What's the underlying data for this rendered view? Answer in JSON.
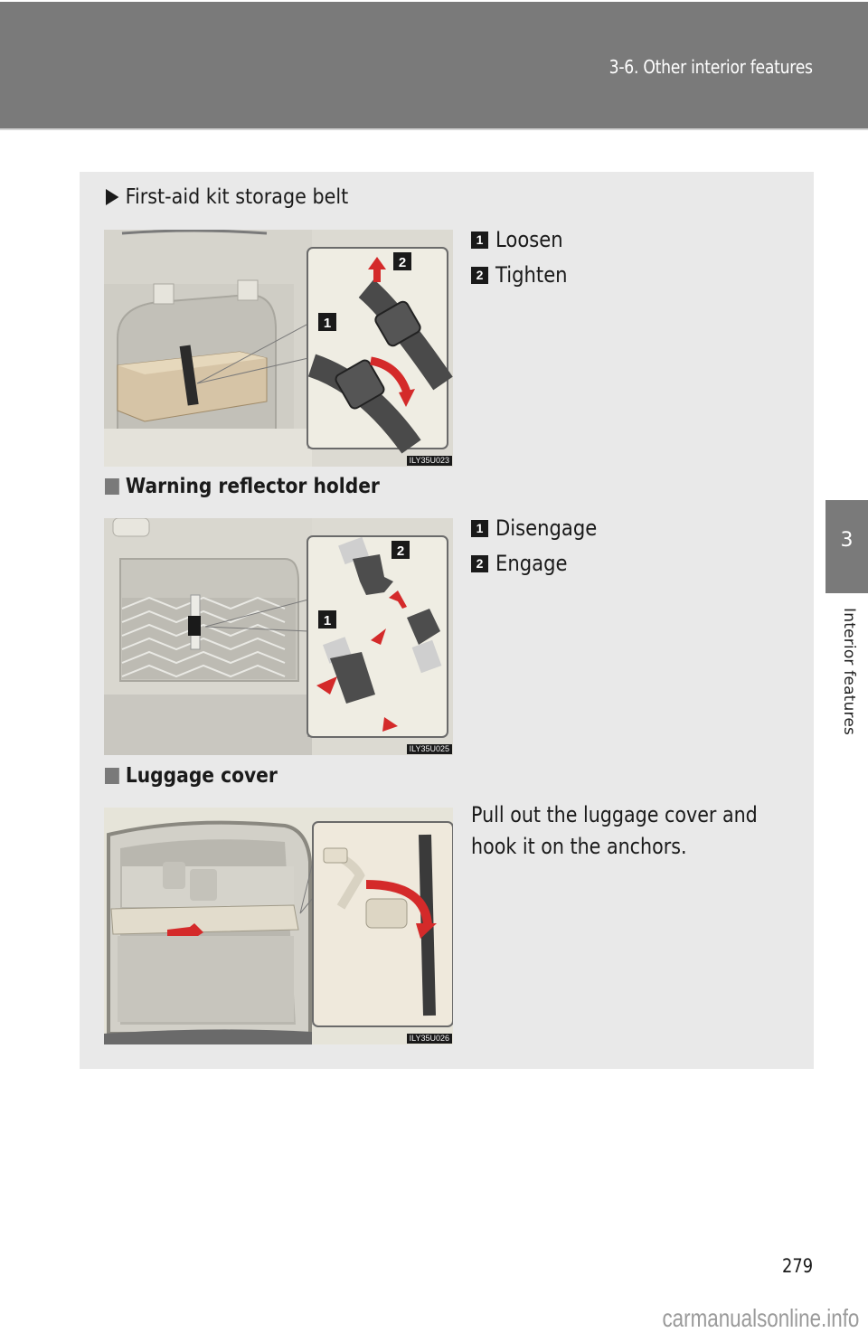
{
  "header": {
    "section_title": "3-6. Other interior features"
  },
  "side_tab": {
    "chapter_number": "3",
    "chapter_label": "Interior features"
  },
  "sections": [
    {
      "heading": "First-aid kit storage belt",
      "heading_style": "triangle-bullet",
      "figure": {
        "code": "ILY35U023",
        "callouts": [
          "1",
          "2"
        ],
        "description": "First-aid kit box secured with a belt; inset shows buckle loosened (1) and tightened (2)"
      },
      "steps": [
        {
          "num": "1",
          "label": "Loosen"
        },
        {
          "num": "2",
          "label": "Tighten"
        }
      ]
    },
    {
      "heading": "Warning reflector holder",
      "heading_style": "square-bullet",
      "figure": {
        "code": "ILY35U025",
        "callouts": [
          "1",
          "2"
        ],
        "description": "Cargo net with buckle strap; inset shows buckle disengaged (1) and engaged (2)"
      },
      "steps": [
        {
          "num": "1",
          "label": "Disengage"
        },
        {
          "num": "2",
          "label": "Engage"
        }
      ]
    },
    {
      "heading": "Luggage cover",
      "heading_style": "square-bullet",
      "figure": {
        "code": "ILY35U026",
        "callouts": [],
        "description": "Cargo area with luggage cover pulled out; inset shows cover hooked onto anchor"
      },
      "text_lines": [
        "Pull out the luggage cover and",
        "hook it on the anchors."
      ]
    }
  ],
  "footer": {
    "page_number": "279",
    "watermark": "carmanualsonline.info"
  },
  "colors": {
    "header_bg": "#7a7a7a",
    "content_bg": "#e9e9e9",
    "arrow_red": "#d42a2a",
    "badge_bg": "#1a1a1a"
  }
}
